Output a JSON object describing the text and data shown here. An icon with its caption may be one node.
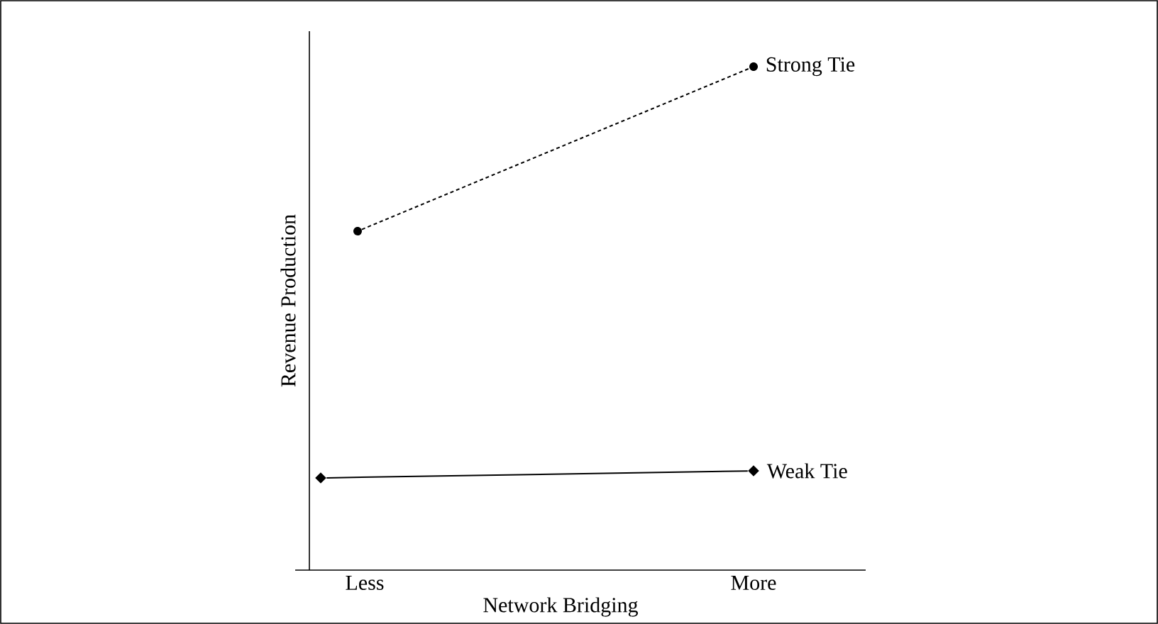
{
  "diagram": {
    "nodes": [
      {
        "text": [],
        "shape": "circle"
      },
      {
        "text": [],
        "shape": "circle",
        "beside": [
          "Strong Tie"
        ]
      },
      {
        "text": [],
        "shape": "diamond"
      },
      {
        "text": [],
        "shape": "diamond",
        "beside": [
          "Weak Tie"
        ]
      }
    ],
    "edges": [
      {
        "from": 0,
        "to": 1,
        "arrow": "none",
        "style": "dashed"
      },
      {
        "from": 2,
        "to": 3,
        "arrow": "none"
      }
    ],
    "labels": [
      "Revenue Production",
      "Less",
      "More",
      "Network Bridging"
    ]
  }
}
